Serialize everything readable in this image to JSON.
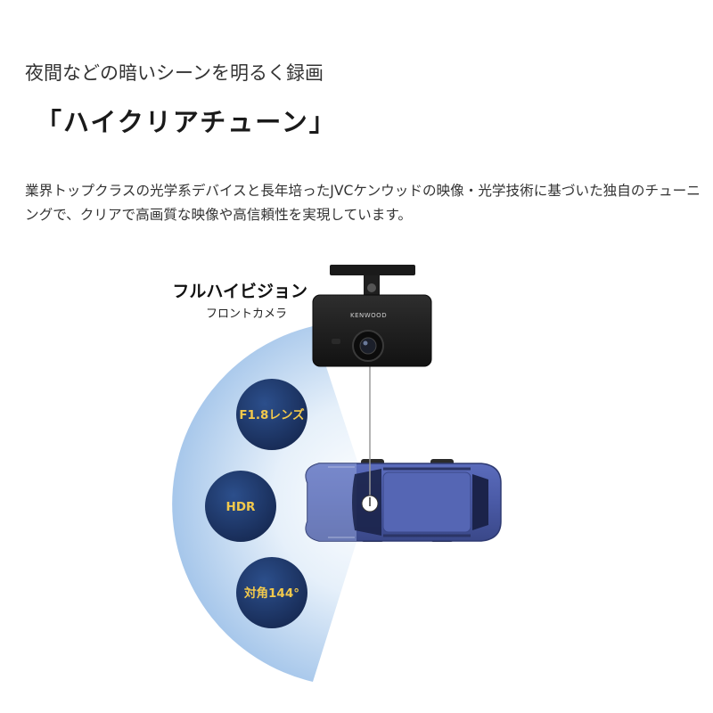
{
  "header": {
    "subtitle": "夜間などの暗いシーンを明るく録画",
    "title": "「ハイクリアチューン」"
  },
  "description": "業界トップクラスの光学系デバイスと長年培ったJVCケンウッドの映像・光学技術に基づいた独自のチューニングで、クリアで高画質な映像や高信頼性を実現しています。",
  "camera": {
    "label_main": "フルハイビジョン",
    "label_sub": "フロントカメラ",
    "brand": "KENWOOD"
  },
  "features": [
    {
      "label": "F1.8レンズ"
    },
    {
      "label": "HDR"
    },
    {
      "label": "対角144°"
    }
  ],
  "colors": {
    "feature_circle": "#1f3a6e",
    "feature_text": "#f2c94c",
    "car_body": "#4a5aa6",
    "view_cone": "#a9c9ec",
    "camera_body": "#1c1c1c"
  }
}
